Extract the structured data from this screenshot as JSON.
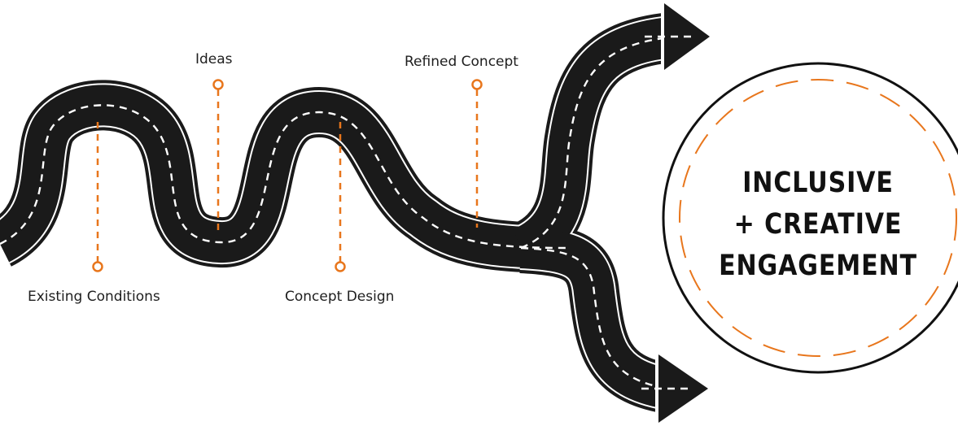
{
  "milestones": [
    {
      "label": "Existing Conditions"
    },
    {
      "label": "Ideas"
    },
    {
      "label": "Concept Design"
    },
    {
      "label": "Refined Concept"
    }
  ],
  "goal": {
    "line1": "INCLUSIVE",
    "line2": "+ CREATIVE",
    "line3": "ENGAGEMENT"
  },
  "colors": {
    "road": "#1a1a1a",
    "road_edge": "#ffffff",
    "lane_marking": "#ffffff",
    "marker": "#e8761c",
    "circle_border": "#111111",
    "circle_dash": "#e8761c"
  }
}
